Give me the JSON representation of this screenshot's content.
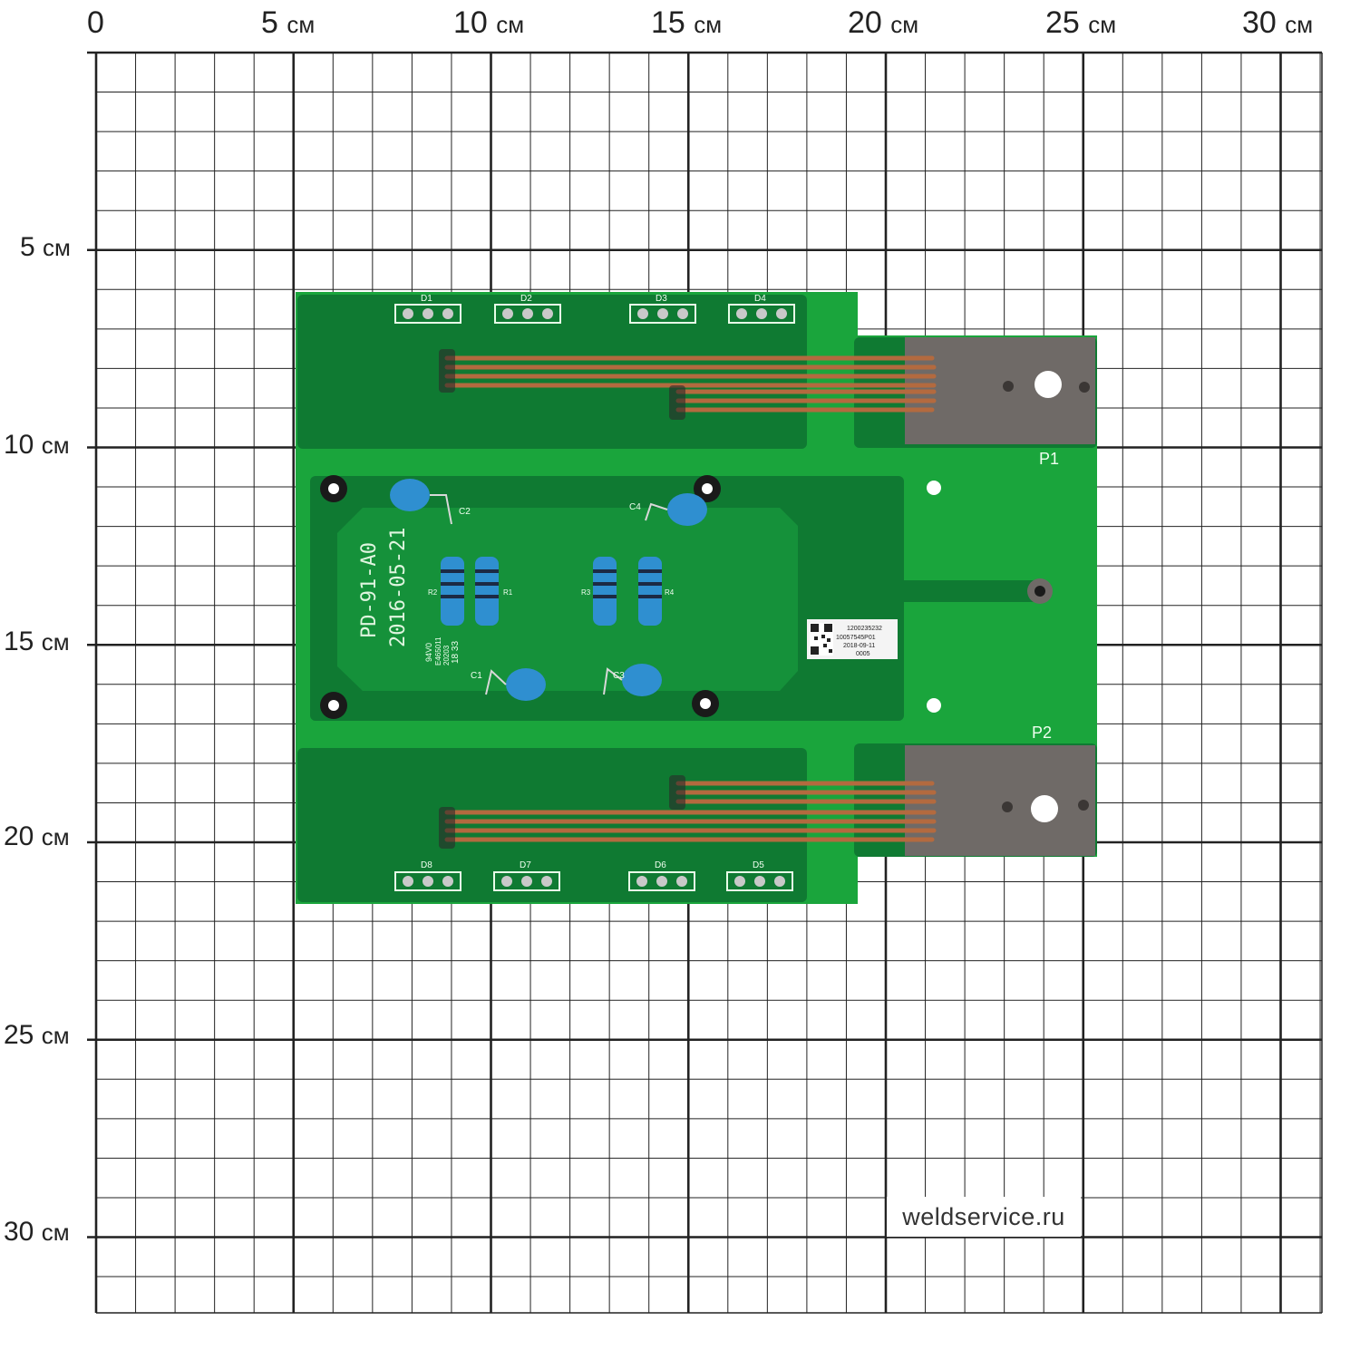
{
  "grid": {
    "x_labels": [
      "0",
      "5",
      "10",
      "15",
      "20",
      "25",
      "30"
    ],
    "y_labels": [
      "5",
      "10",
      "15",
      "20",
      "25",
      "30"
    ],
    "unit": "см",
    "line_color": "#222222"
  },
  "board": {
    "color": "#18a33a",
    "dark_color": "#0d6b2e",
    "silkscreen": {
      "model": "PD-91-A0",
      "date": "2016-05-21",
      "cert": "94V0",
      "cert_code": "E465011",
      "code_1": "20203",
      "code_2": "18 33"
    },
    "terminals": [
      "P1",
      "P2"
    ],
    "diode_slots_top": [
      "D1",
      "D2",
      "D3",
      "D4"
    ],
    "diode_slots_bottom": [
      "D8",
      "D7",
      "D6",
      "D5"
    ],
    "capacitors": [
      "C1",
      "C2",
      "C3",
      "C4"
    ],
    "resistors": [
      "R1",
      "R2",
      "R3",
      "R4"
    ],
    "sticker": {
      "line1": "1200235232",
      "line2": "10057545P01",
      "line3": "2018-09-11",
      "line4": "0005"
    }
  },
  "watermark": "weldservice.ru"
}
